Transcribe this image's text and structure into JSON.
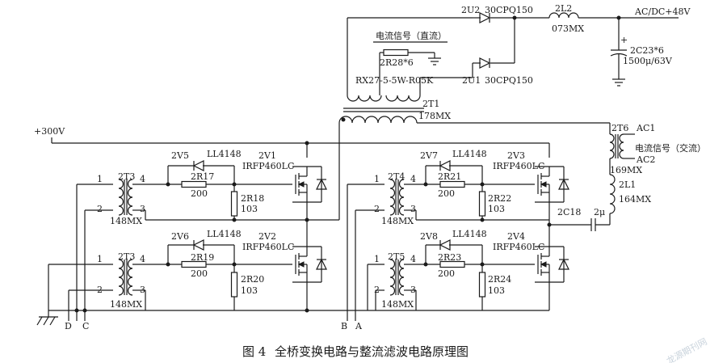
{
  "labels": {
    "u2": "2U2",
    "u2_part": "30CPQ150",
    "u1": "2U1",
    "u1_part": "30CPQ150",
    "l2": "2L2",
    "l2_part": "073MX",
    "out": "AC/DC+48V",
    "c23": "2C23*6",
    "c23_val": "1500μ/63V",
    "plus": "+",
    "dc_signal": "电流信号（直流）",
    "r28": "2R28*6",
    "shunt": "RX27-5-5W-R05K",
    "t1": "2T1",
    "t1_part": "178MX",
    "v300": "+300V",
    "t6": "2T6",
    "ac1": "AC1",
    "ac2": "AC2",
    "ac_signal": "电流信号（交流）",
    "t6_part": "169MX",
    "l1": "2L1",
    "l1_part": "164MX",
    "c18": "2C18",
    "c18_val": "2μ",
    "v5": "2V5",
    "v6": "2V6",
    "v7": "2V7",
    "v8": "2V8",
    "ll4148": "LL4148",
    "v1": "2V1",
    "v2": "2V2",
    "v3": "2V3",
    "v4": "2V4",
    "irfp": "IRFP460LC",
    "r17": "2R17",
    "r19": "2R19",
    "r21": "2R21",
    "r23": "2R23",
    "r200": "200",
    "r18": "2R18",
    "r20": "2R20",
    "r22": "2R22",
    "r24": "2R24",
    "r103": "103",
    "t3": "2T3",
    "t4": "2T4",
    "t5": "2T5",
    "t148": "148MX",
    "p1": "1",
    "p2": "2",
    "p3": "3",
    "p4": "4",
    "nd": "D",
    "nc": "C",
    "nb": "B",
    "na": "A"
  },
  "caption": {
    "num": "图 4",
    "text": "全桥变换电路与整流滤波电路原理图"
  },
  "watermark": "龙源期刊网"
}
